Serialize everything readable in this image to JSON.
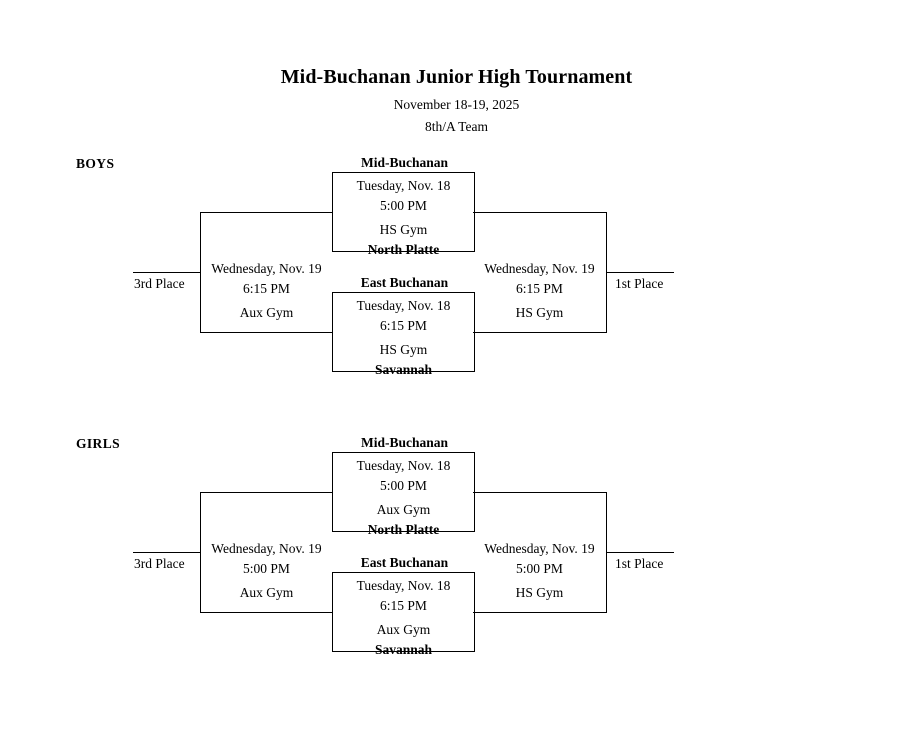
{
  "header": {
    "title": "Mid-Buchanan Junior High Tournament",
    "dates": "November 18-19, 2025",
    "division": "8th/A Team"
  },
  "brackets": [
    {
      "label": "BOYS",
      "third_place_label": "3rd Place",
      "first_place_label": "1st Place",
      "semifinal_top": {
        "seed_top": "Mid-Buchanan",
        "date": "Tuesday, Nov. 18",
        "time": "5:00 PM",
        "venue": "HS Gym",
        "seed_bottom": "North Platte"
      },
      "semifinal_bottom": {
        "seed_top": "East Buchanan",
        "date": "Tuesday, Nov. 18",
        "time": "6:15 PM",
        "venue": "HS Gym",
        "seed_bottom": "Savannah"
      },
      "consolation": {
        "date": "Wednesday, Nov. 19",
        "time": "6:15 PM",
        "venue": "Aux Gym"
      },
      "championship": {
        "date": "Wednesday, Nov. 19",
        "time": "6:15 PM",
        "venue": "HS Gym"
      }
    },
    {
      "label": "GIRLS",
      "third_place_label": "3rd Place",
      "first_place_label": "1st Place",
      "semifinal_top": {
        "seed_top": "Mid-Buchanan",
        "date": "Tuesday, Nov. 18",
        "time": "5:00 PM",
        "venue": "Aux Gym",
        "seed_bottom": "North Platte"
      },
      "semifinal_bottom": {
        "seed_top": "East Buchanan",
        "date": "Tuesday, Nov. 18",
        "time": "6:15 PM",
        "venue": "Aux Gym",
        "seed_bottom": "Savannah"
      },
      "consolation": {
        "date": "Wednesday, Nov. 19",
        "time": "5:00 PM",
        "venue": "Aux Gym"
      },
      "championship": {
        "date": "Wednesday, Nov. 19",
        "time": "5:00 PM",
        "venue": "HS Gym"
      }
    }
  ]
}
